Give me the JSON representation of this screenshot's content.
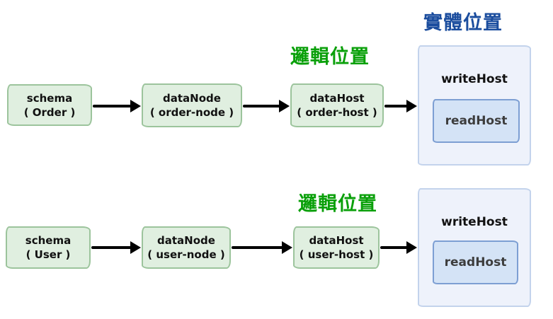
{
  "labels": {
    "physical_location": "實體位置",
    "logical_location_order": "邏輯位置",
    "logical_location_user": "邏輯位置"
  },
  "colors": {
    "logical_label": "#0aa00a",
    "physical_label": "#1b4d9e",
    "green_box_fill": "#e0efe0",
    "green_box_border": "#9cc49c",
    "blue_outer_fill": "#eef2fb",
    "blue_outer_border": "#c3d3ec",
    "blue_inner_fill": "#d4e3f6",
    "blue_inner_border": "#7d9fd3",
    "arrow": "#000000"
  },
  "order_chain": {
    "schema": {
      "line1": "schema",
      "line2": "( Order )"
    },
    "data_node": {
      "line1": "dataNode",
      "line2": "( order-node )"
    },
    "data_host": {
      "line1": "dataHost",
      "line2": "( order-host )"
    },
    "write_host": "writeHost",
    "read_host": "readHost"
  },
  "user_chain": {
    "schema": {
      "line1": "schema",
      "line2": "( User )"
    },
    "data_node": {
      "line1": "dataNode",
      "line2": "( user-node )"
    },
    "data_host": {
      "line1": "dataHost",
      "line2": "( user-host )"
    },
    "write_host": "writeHost",
    "read_host": "readHost"
  }
}
